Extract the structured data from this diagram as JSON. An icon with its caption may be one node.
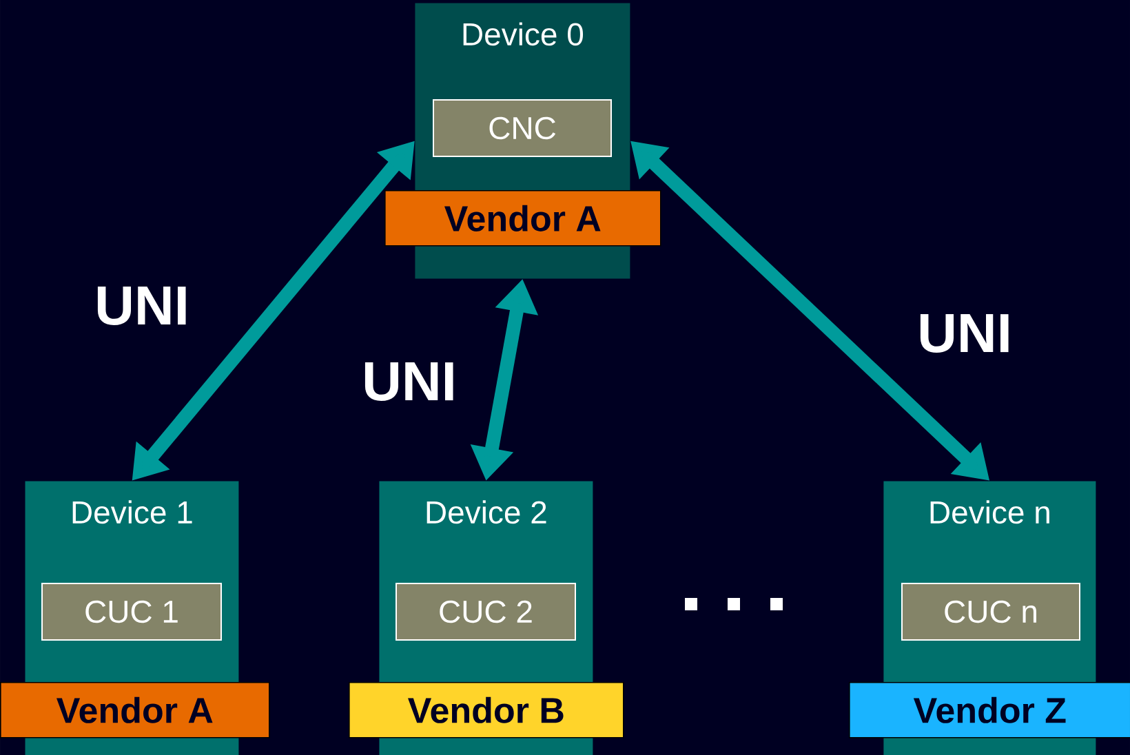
{
  "diagram": {
    "nodes": [
      {
        "text": [
          "Device 0"
        ]
      },
      {
        "text": [
          "CNC"
        ],
        "in": 0
      },
      {
        "text": [
          "Vendor A"
        ]
      },
      {
        "text": [
          "Device 1"
        ]
      },
      {
        "text": [
          "CUC 1"
        ],
        "in": 3
      },
      {
        "text": [
          "Vendor A"
        ]
      },
      {
        "text": [
          "Device 2"
        ]
      },
      {
        "text": [
          "CUC 2"
        ],
        "in": 6
      },
      {
        "text": [
          "Vendor B"
        ]
      },
      {
        "text": [
          "Device n"
        ]
      },
      {
        "text": [
          "CUC n"
        ],
        "in": 9
      },
      {
        "text": [
          "Vendor Z"
        ]
      }
    ],
    "edges": [
      {
        "from": 0,
        "to": 3,
        "arrow": "both",
        "label": "UNI"
      },
      {
        "from": 0,
        "to": 6,
        "arrow": "both",
        "label": "UNI"
      },
      {
        "from": 0,
        "to": 9,
        "arrow": "both",
        "label": "UNI"
      }
    ]
  }
}
